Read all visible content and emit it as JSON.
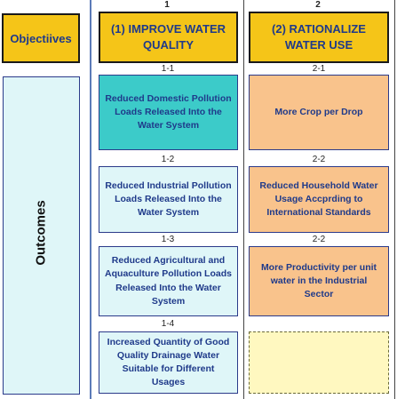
{
  "column_numbers": [
    "1",
    "2"
  ],
  "objectives_label": "Objectiives",
  "outcomes_label": "Outcomes",
  "columns": [
    {
      "header": "(1)  IMPROVE WATER QUALITY",
      "items": [
        {
          "tag": "1-1",
          "text": "Reduced Domestic Pollution Loads Released Into the Water System"
        },
        {
          "tag": "1-2",
          "text": "Reduced Industrial Pollution Loads Released Into the Water System"
        },
        {
          "tag": "1-3",
          "text": "Reduced Agricultural and Aquaculture Pollution Loads Released Into the Water System"
        },
        {
          "tag": "1-4",
          "text": "Increased Quantity of Good Quality Drainage Water Suitable for Different Usages"
        }
      ]
    },
    {
      "header": "(2)  RATIONALIZE WATER  USE",
      "items": [
        {
          "tag": "2-1",
          "text": "More Crop per Drop"
        },
        {
          "tag": "2-2",
          "text": "Reduced Household Water Usage Accprding to International Standards"
        },
        {
          "tag": "2-2",
          "text": "More Productivity per unit water in the Industrial Sector"
        }
      ]
    }
  ],
  "colors": {
    "header_fill": "#f5c518",
    "teal": "#3ccbc9",
    "light_cyan": "#dff6f8",
    "orange": "#f9c38c",
    "empty_fill": "#fff8c0",
    "text_blue": "#1f3a8a"
  }
}
